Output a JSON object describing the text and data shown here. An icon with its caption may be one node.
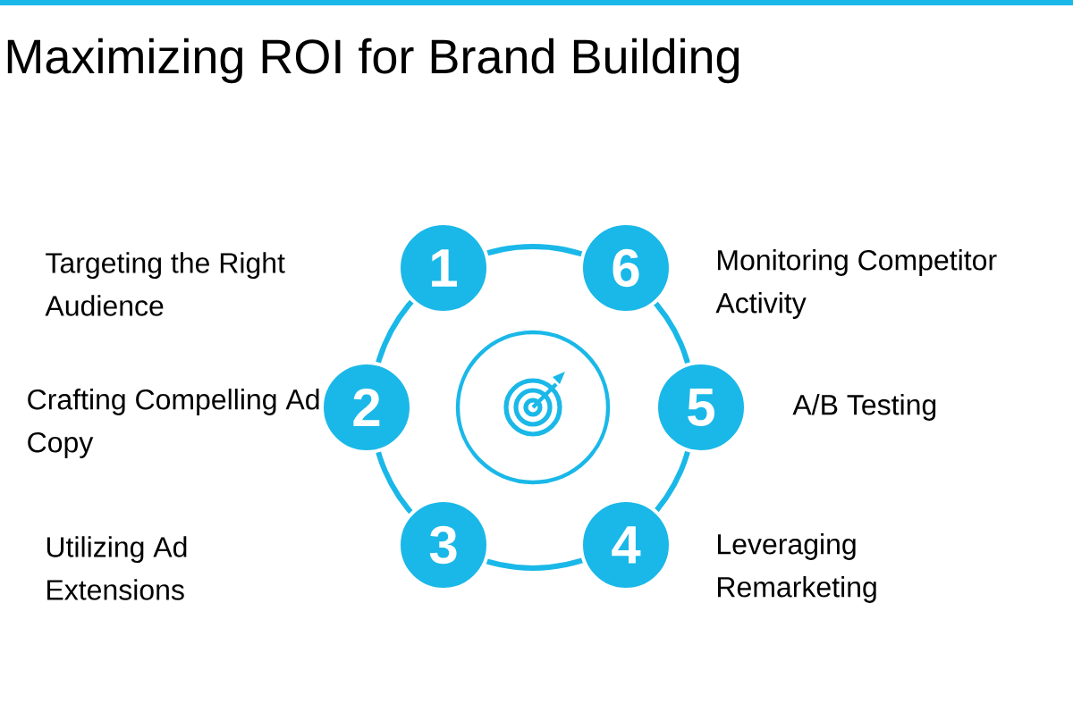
{
  "diagram": {
    "title": "Maximizing ROI for Brand Building",
    "nodes": [
      {
        "text": [
          "1"
        ]
      },
      {
        "text": [
          "6"
        ]
      },
      {
        "text": [
          "2"
        ]
      },
      {
        "text": [
          "5"
        ]
      },
      {
        "text": [
          "3"
        ]
      },
      {
        "text": [
          "4"
        ]
      }
    ],
    "edges": [],
    "labels": [
      "Targeting the Right Audience",
      "Monitoring Competitor Activity",
      "Crafting Compelling Ad Copy",
      "A/B Testing",
      "Utilizing Ad Extensions",
      "Leveraging Remarketing"
    ]
  }
}
